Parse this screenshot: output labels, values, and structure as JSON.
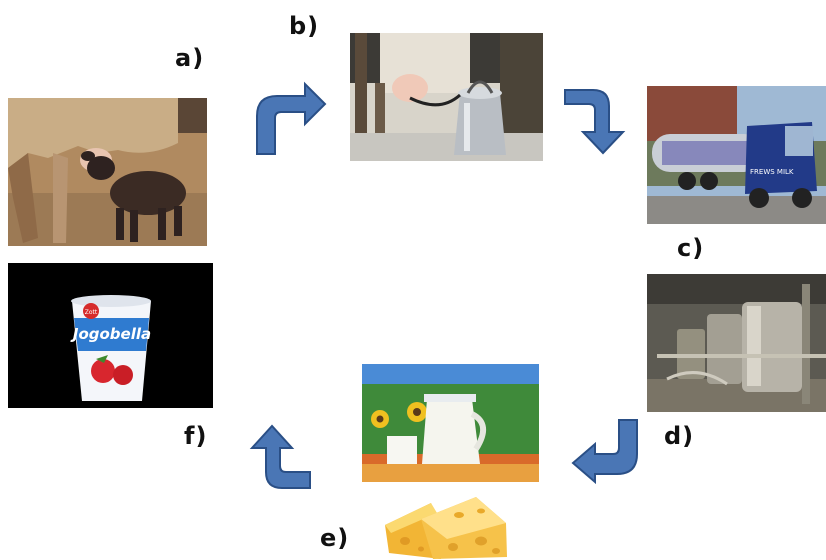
{
  "labels": {
    "a": "a)",
    "b": "b)",
    "c": "c)",
    "d": "d)",
    "e": "e)",
    "f": "f)"
  },
  "yogurt": {
    "brand": "Jogobella",
    "logo": "Zott"
  },
  "truck": {
    "side_text": "FREWS MILK"
  },
  "colors": {
    "arrow_fill": "#4a76b5",
    "arrow_stroke": "#2a4f86",
    "cheese": "#f6c24a"
  },
  "icons": [
    "curved-arrow-icon",
    "cheese-icon"
  ]
}
